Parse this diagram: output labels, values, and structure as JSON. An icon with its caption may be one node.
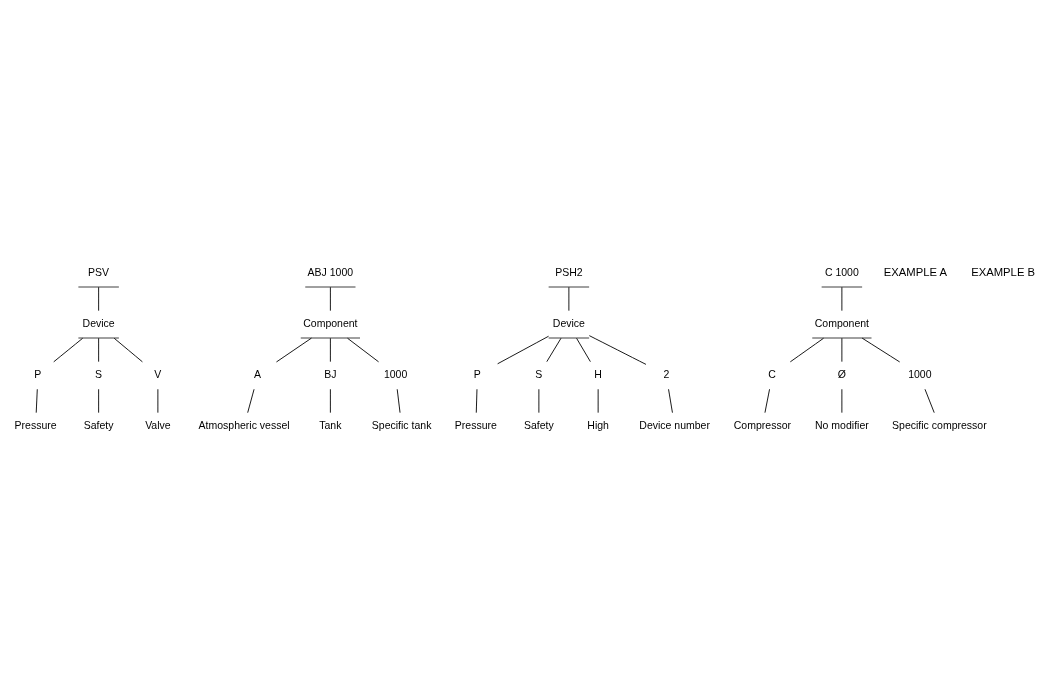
{
  "diagram": {
    "nodes": [
      {
        "text": [
          "PSV"
        ]
      },
      {
        "text": [
          "ABJ 1000"
        ]
      },
      {
        "text": [
          "Device"
        ]
      },
      {
        "text": [
          "Component"
        ]
      },
      {
        "text": [
          "P"
        ]
      },
      {
        "text": [
          "S"
        ]
      },
      {
        "text": [
          "V"
        ]
      },
      {
        "text": [
          "A"
        ]
      },
      {
        "text": [
          "BJ"
        ]
      },
      {
        "text": [
          "1000"
        ]
      },
      {
        "text": [
          "Pressure"
        ]
      },
      {
        "text": [
          "Safety"
        ]
      },
      {
        "text": [
          "Valve"
        ]
      },
      {
        "text": [
          "Atmospheric vessel"
        ]
      },
      {
        "text": [
          "Tank"
        ]
      },
      {
        "text": [
          "Specific tank"
        ]
      },
      {
        "text": [
          "PSH2"
        ]
      },
      {
        "text": [
          "C 1000"
        ]
      },
      {
        "text": [
          "Device"
        ]
      },
      {
        "text": [
          "Component"
        ]
      },
      {
        "text": [
          "P"
        ]
      },
      {
        "text": [
          "S"
        ]
      },
      {
        "text": [
          "H"
        ]
      },
      {
        "text": [
          "2"
        ]
      },
      {
        "text": [
          "C"
        ]
      },
      {
        "text": [
          "Ø"
        ]
      },
      {
        "text": [
          "1000"
        ]
      },
      {
        "text": [
          "Pressure"
        ]
      },
      {
        "text": [
          "Safety"
        ]
      },
      {
        "text": [
          "High"
        ]
      },
      {
        "text": [
          "Device number"
        ]
      },
      {
        "text": [
          "Compressor"
        ]
      },
      {
        "text": [
          "No modifier"
        ]
      },
      {
        "text": [
          "Specific compressor"
        ]
      }
    ],
    "edges": [
      {
        "from": 0,
        "to": 2,
        "arrow": "none"
      },
      {
        "from": 1,
        "to": 3,
        "arrow": "none"
      },
      {
        "from": 2,
        "to": 4,
        "arrow": "none"
      },
      {
        "from": 2,
        "to": 5,
        "arrow": "none"
      },
      {
        "from": 2,
        "to": 6,
        "arrow": "none"
      },
      {
        "from": 3,
        "to": 7,
        "arrow": "none"
      },
      {
        "from": 3,
        "to": 8,
        "arrow": "none"
      },
      {
        "from": 3,
        "to": 9,
        "arrow": "none"
      },
      {
        "from": 4,
        "to": 10,
        "arrow": "none"
      },
      {
        "from": 5,
        "to": 11,
        "arrow": "none"
      },
      {
        "from": 6,
        "to": 12,
        "arrow": "none"
      },
      {
        "from": 7,
        "to": 13,
        "arrow": "none"
      },
      {
        "from": 8,
        "to": 14,
        "arrow": "none"
      },
      {
        "from": 9,
        "to": 15,
        "arrow": "none"
      },
      {
        "from": 16,
        "to": 18,
        "arrow": "none"
      },
      {
        "from": 17,
        "to": 19,
        "arrow": "none"
      },
      {
        "from": 18,
        "to": 20,
        "arrow": "none"
      },
      {
        "from": 18,
        "to": 21,
        "arrow": "none"
      },
      {
        "from": 18,
        "to": 22,
        "arrow": "none"
      },
      {
        "from": 18,
        "to": 23,
        "arrow": "none"
      },
      {
        "from": 19,
        "to": 24,
        "arrow": "none"
      },
      {
        "from": 19,
        "to": 25,
        "arrow": "none"
      },
      {
        "from": 19,
        "to": 26,
        "arrow": "none"
      },
      {
        "from": 20,
        "to": 27,
        "arrow": "none"
      },
      {
        "from": 21,
        "to": 28,
        "arrow": "none"
      },
      {
        "from": 22,
        "to": 29,
        "arrow": "none"
      },
      {
        "from": 23,
        "to": 30,
        "arrow": "none"
      },
      {
        "from": 24,
        "to": 31,
        "arrow": "none"
      },
      {
        "from": 25,
        "to": 32,
        "arrow": "none"
      },
      {
        "from": 26,
        "to": 33,
        "arrow": "none"
      }
    ],
    "labels": [
      "EXAMPLE A",
      "EXAMPLE B"
    ]
  }
}
